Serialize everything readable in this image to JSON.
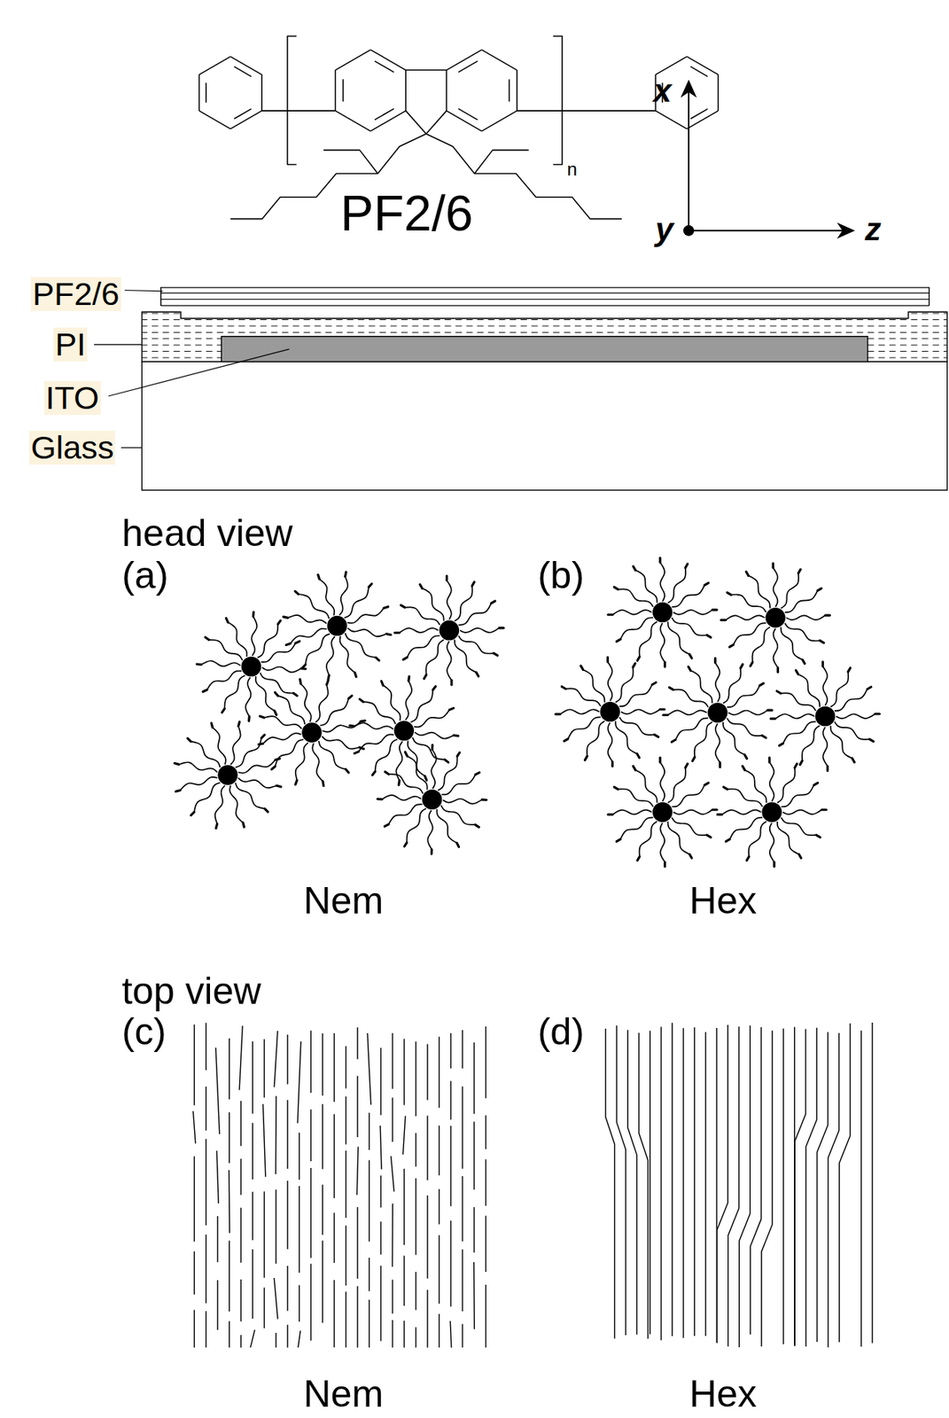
{
  "diagram": {
    "labels": [
      "PF2/6",
      "n",
      "x",
      "y",
      "z",
      "PF2/6",
      "PI",
      "ITO",
      "Glass",
      "head view",
      "(a)",
      "(b)",
      "Nem",
      "Hex",
      "top view",
      "(c)",
      "(d)",
      "Nem",
      "Hex"
    ]
  }
}
